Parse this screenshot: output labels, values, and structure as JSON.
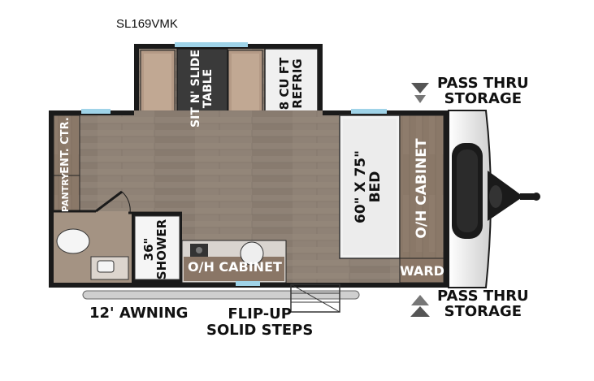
{
  "model": "SL169VMK",
  "labels": {
    "table": [
      "SIT N' SLIDE",
      "TABLE"
    ],
    "refrig": [
      "8 CU FT",
      "REFRIG"
    ],
    "pass_thru_top": [
      "PASS THRU",
      "STORAGE"
    ],
    "pass_thru_bottom": [
      "PASS THRU",
      "STORAGE"
    ],
    "ent_ctr": "ENT. CTR.",
    "pantry": "PANTRY",
    "bed": [
      "60\" X 75\"",
      "BED"
    ],
    "oh_cabinet_front": "O/H CABINET",
    "oh_cabinet_bottom": "O/H CABINET",
    "shower": [
      "36\"",
      "SHOWER"
    ],
    "ward": "WARD",
    "awning": "12' AWNING",
    "steps": [
      "FLIP-UP",
      "SOLID STEPS"
    ]
  },
  "colors": {
    "wall": "#1a1a1a",
    "floor": "#8d8074",
    "cabinet": "#8a7666",
    "bed": "#f2f2f2",
    "window": "#9fd3e8"
  },
  "icons": [
    "arrow-down-icon",
    "arrow-up-icon",
    "front-cap-logo"
  ]
}
